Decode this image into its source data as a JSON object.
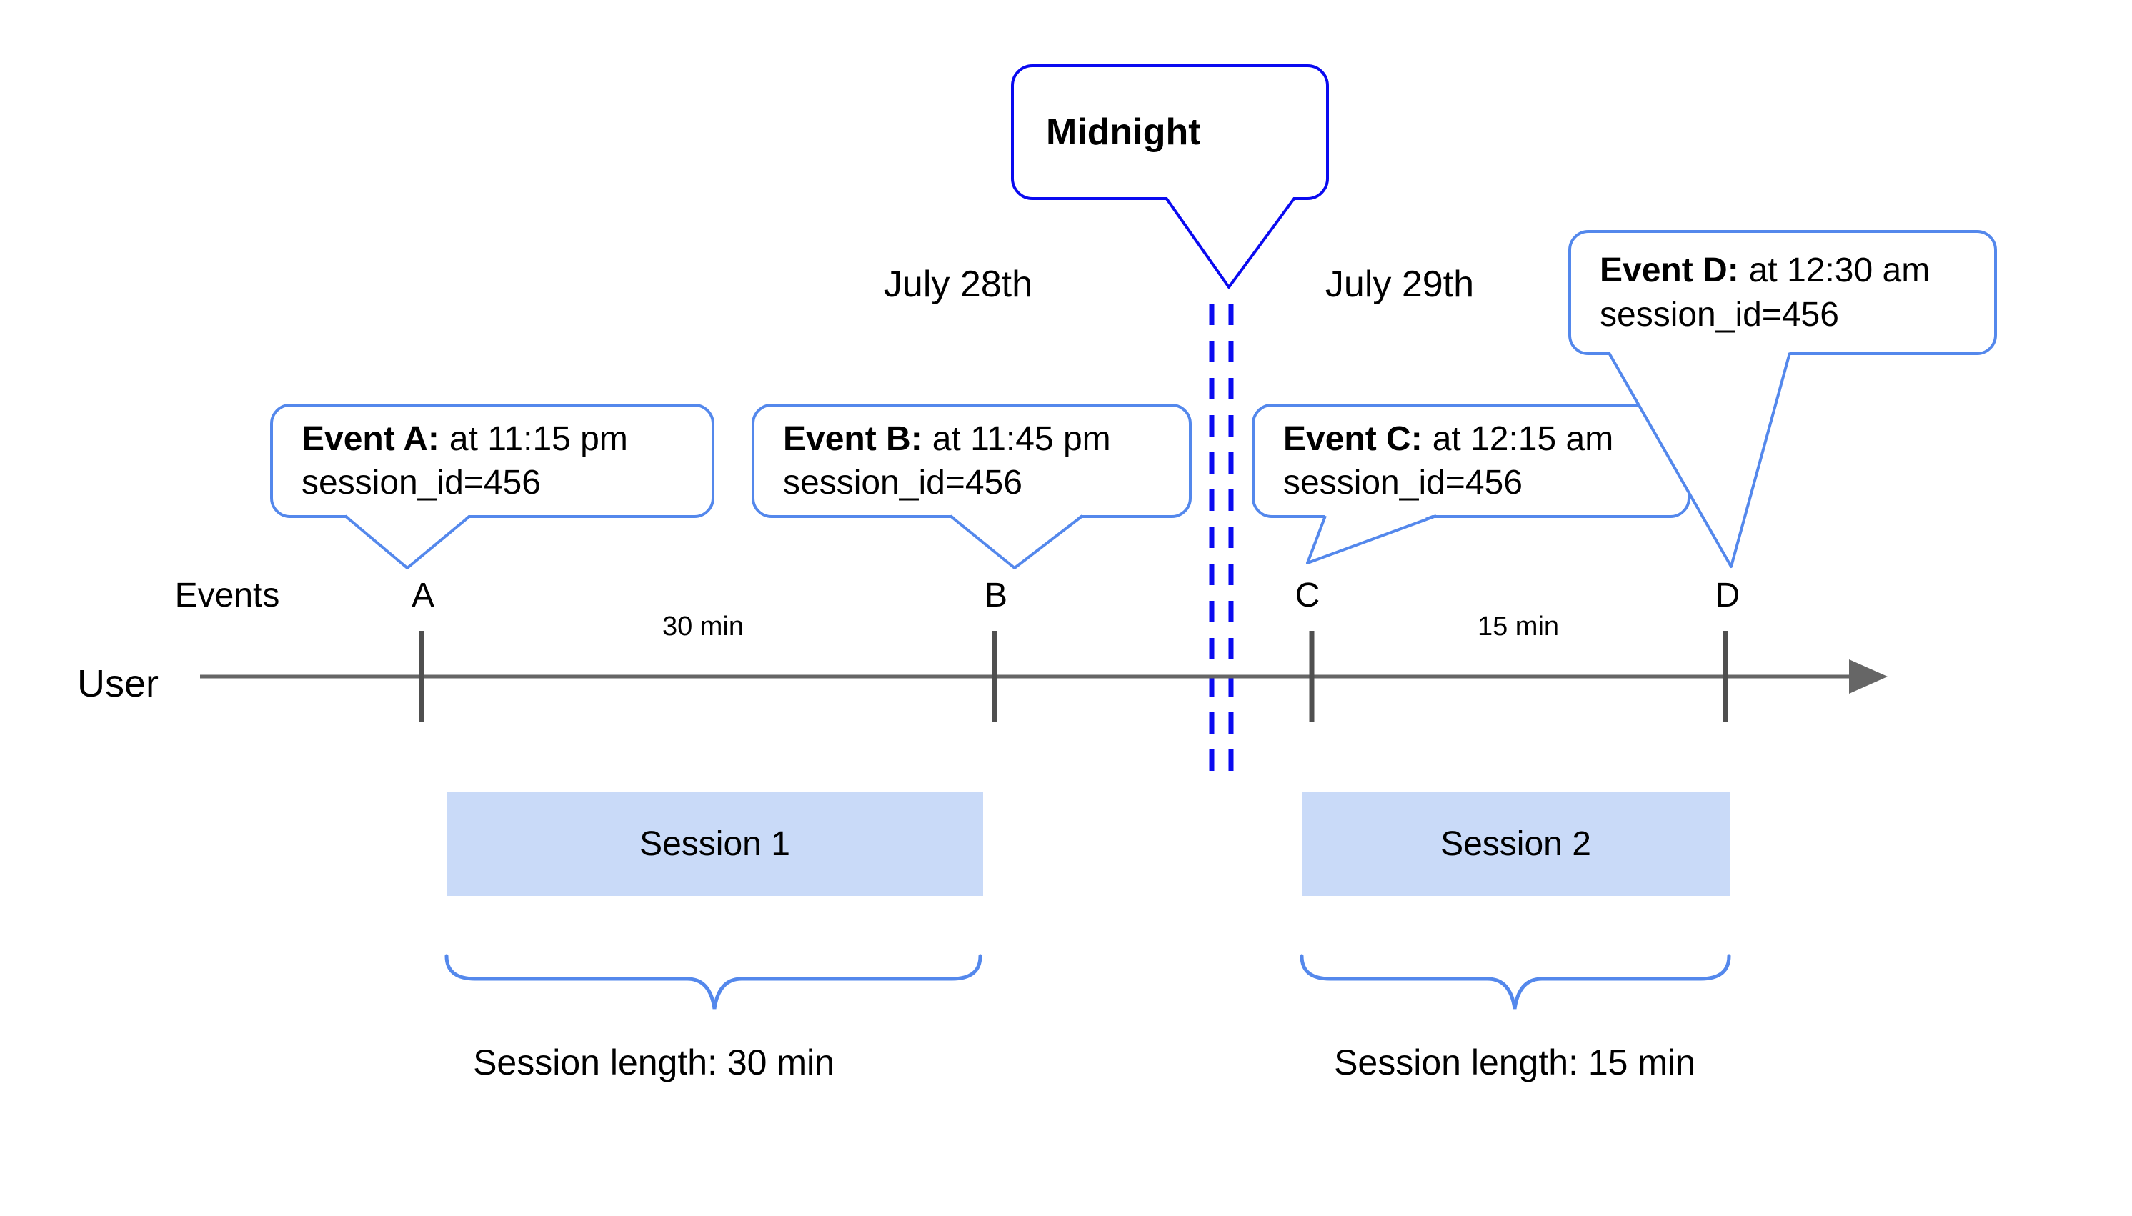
{
  "labels": {
    "midnight": "Midnight",
    "date_left": "July 28th",
    "date_right": "July 29th",
    "events_axis": "Events",
    "user_axis": "User"
  },
  "event_bubbles": [
    {
      "letter": "A",
      "title": "Event A:",
      "time": "at 11:15 pm",
      "detail": "session_id=456"
    },
    {
      "letter": "B",
      "title": "Event B:",
      "time": "at 11:45 pm",
      "detail": "session_id=456"
    },
    {
      "letter": "C",
      "title": "Event C:",
      "time": "at 12:15 am",
      "detail": "session_id=456"
    },
    {
      "letter": "D",
      "title": "Event D:",
      "time": "at 12:30 am",
      "detail": "session_id=456"
    }
  ],
  "intervals": [
    {
      "label": "30 min"
    },
    {
      "label": "15 min"
    }
  ],
  "sessions": [
    {
      "name": "Session 1",
      "length": "Session length: 30 min"
    },
    {
      "name": "Session 2",
      "length": "Session length: 15 min"
    }
  ],
  "colors": {
    "dark_blue": "#0a0af0",
    "cornflower_blue": "#5488ec",
    "session_fill": "#c9daf8",
    "timeline_gray": "#666666",
    "tick_gray": "#4f4f4f",
    "text": "#000000"
  }
}
